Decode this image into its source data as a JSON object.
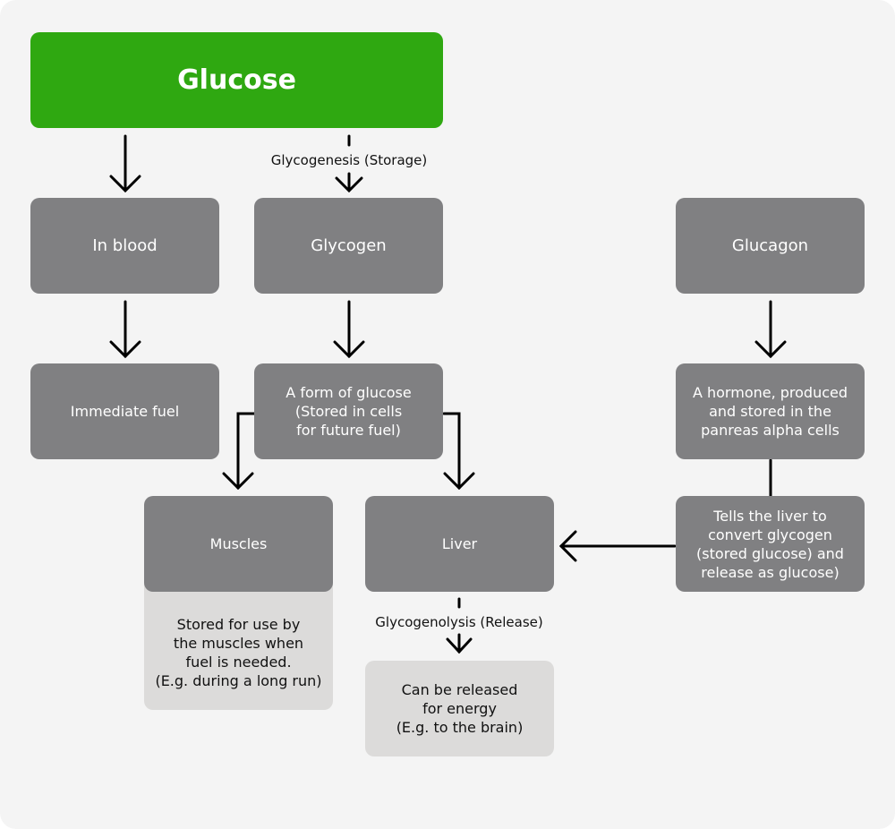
{
  "diagram": {
    "title_node": {
      "label": "Glucose",
      "color": "#2fa811"
    },
    "nodes": {
      "in_blood": "In blood",
      "glycogen": "Glycogen",
      "glucagon": "Glucagon",
      "immediate_fuel": "Immediate fuel",
      "form_of_glucose": "A form of glucose\n(Stored in cells\nfor future fuel)",
      "hormone": "A hormone, produced\nand stored in the\npanreas alpha cells",
      "muscles": "Muscles",
      "muscles_note": "Stored for use by\nthe muscles when\nfuel is needed.\n(E.g. during a long run)",
      "liver": "Liver",
      "tells_liver": "Tells the liver to\nconvert glycogen\n(stored glucose) and\nrelease as glucose)",
      "released_energy": "Can be released\nfor energy\n(E.g. to the brain)"
    },
    "edge_labels": {
      "glycogenesis": "Glycogenesis (Storage)",
      "glycogenolysis": "Glycogenolysis (Release)"
    },
    "colors": {
      "node_dark": "#808082",
      "node_light": "#dcdbda",
      "background": "#f4f4f4"
    }
  }
}
